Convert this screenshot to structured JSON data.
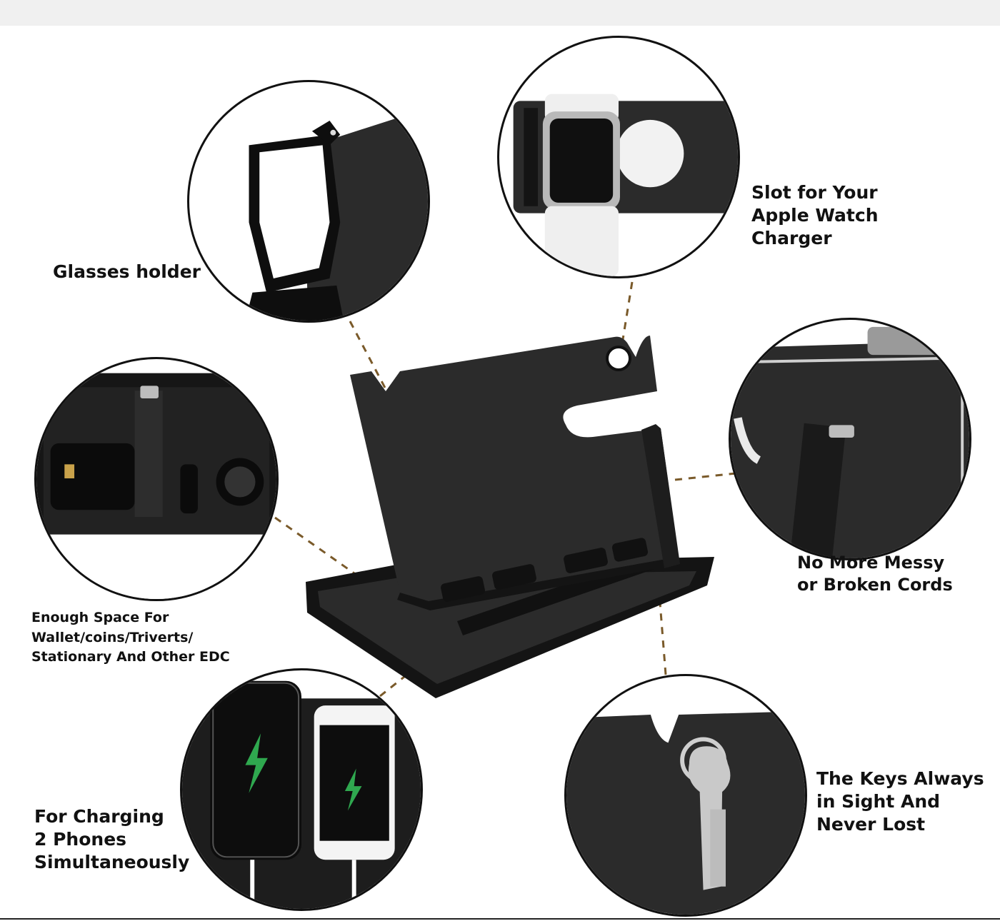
{
  "labels": {
    "glasses": [
      "Glasses holder"
    ],
    "watch": [
      "Slot for Your",
      "Apple Watch",
      "Charger"
    ],
    "cords": [
      "No More Messy",
      "or Broken Cords"
    ],
    "space": [
      "Enough Space For",
      "Wallet/coins/Triverts/",
      "Stationary And Other EDC"
    ],
    "keys": [
      "The Keys Always",
      "in Sight And",
      "Never Lost"
    ],
    "charging": [
      "For Charging",
      "2 Phones",
      "Simultaneously"
    ]
  },
  "colors": {
    "wood": "#2b2b2b",
    "wood_dark": "#141414",
    "wood_light": "#3d3d3d",
    "leader": "#7a5a2a",
    "charge_bolt": "#2fa84f",
    "band": "#f0f0f0"
  },
  "icons": {
    "callout_glasses": "sunglasses",
    "callout_watch": "apple-watch",
    "callout_cords": "phone-edge",
    "callout_space": "wallet-and-watch",
    "callout_phones": "two-phones-charging",
    "callout_keys": "keys",
    "bolt": "lightning-bolt-icon"
  }
}
